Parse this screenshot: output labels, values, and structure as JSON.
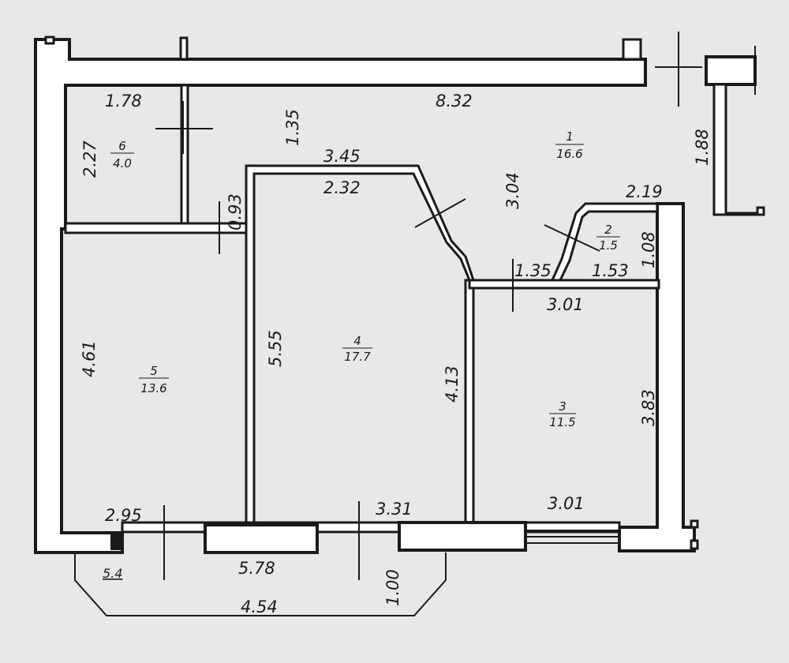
{
  "rooms": [
    {
      "number": "1",
      "area": "16.6"
    },
    {
      "number": "2",
      "area": "1.5"
    },
    {
      "number": "3",
      "area": "11.5"
    },
    {
      "number": "4",
      "area": "17.7"
    },
    {
      "number": "5",
      "area": "13.6"
    },
    {
      "number": "6",
      "area": "4.0"
    }
  ],
  "dimensions": {
    "top_878": "1.78",
    "top_135": "1.35",
    "top_832": "8.32",
    "r6_227": "2.27",
    "c_345": "3.45",
    "c_232": "2.32",
    "c_304": "3.04",
    "r1_188": "1.88",
    "c_093": "0.93",
    "r2_219": "2.19",
    "r2_108": "1.08",
    "r2_153": "1.53",
    "c_135b": "1.35",
    "r3_301": "3.01",
    "r5_461": "4.61",
    "r4_555": "5.55",
    "r4_413": "4.13",
    "r3_383": "3.83",
    "b_295": "2.95",
    "b_331": "3.31",
    "b_301": "3.01",
    "bal_54": "5.4",
    "bal_578": "5.78",
    "bal_100": "1.00",
    "bal_454": "4.54"
  }
}
